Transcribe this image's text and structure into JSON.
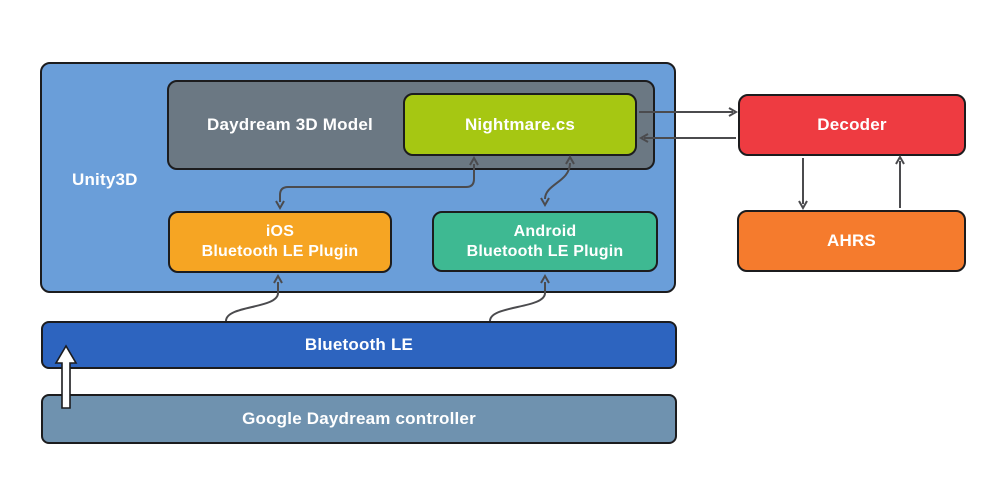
{
  "colors": {
    "background": "#ffffff",
    "border": "#1c1c1e",
    "arrow": "#4b4b4e",
    "text": "#ffffff"
  },
  "nodes": {
    "unity": {
      "label": "Unity3D",
      "fill": "#6A9ED9"
    },
    "daydream_model": {
      "label": "Daydream 3D Model",
      "fill": "#6B7883"
    },
    "nightmare": {
      "label": "Nightmare.cs",
      "fill": "#A6C712"
    },
    "ios_plugin": {
      "line1": "iOS",
      "line2": "Bluetooth LE Plugin",
      "fill": "#F6A523"
    },
    "android_plugin": {
      "line1": "Android",
      "line2": "Bluetooth LE Plugin",
      "fill": "#3EB992"
    },
    "decoder": {
      "label": "Decoder",
      "fill": "#EE3B41"
    },
    "ahrs": {
      "label": "AHRS",
      "fill": "#F57B2D"
    },
    "bluetooth_le": {
      "label": "Bluetooth LE",
      "fill": "#2D64BF"
    },
    "google_daydream_controller": {
      "label": "Google Daydream controller",
      "fill": "#6F92AF"
    }
  }
}
